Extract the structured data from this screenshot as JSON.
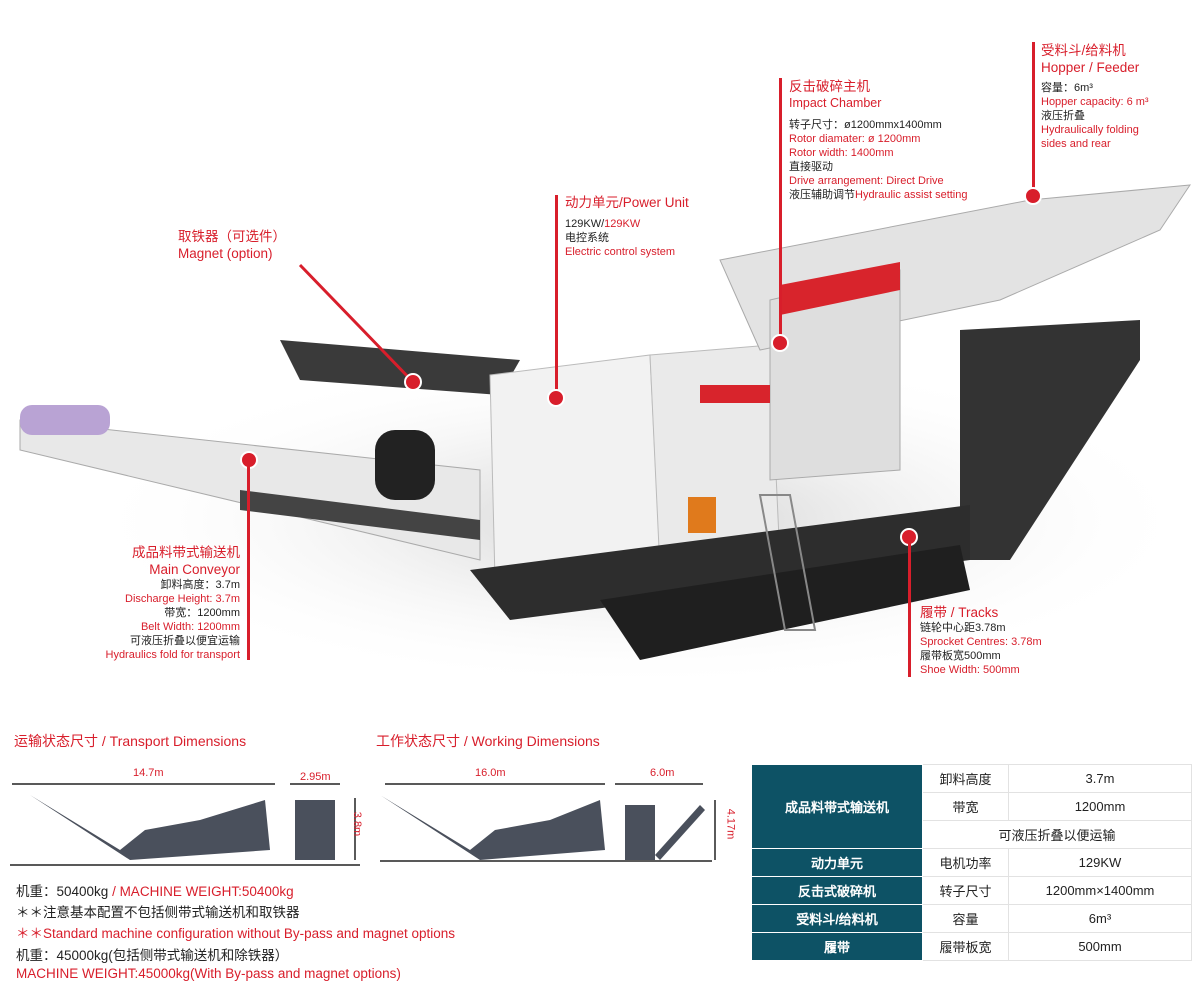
{
  "callouts": {
    "magnet": {
      "cn": "取铁器（可选件）",
      "en": "Magnet (option)"
    },
    "power": {
      "title": "动力单元/Power Unit",
      "power_black": "129KW/",
      "power_red": "129KW",
      "cn": "电控系统",
      "en": "Electric control system"
    },
    "impact": {
      "cn": "反击破碎主机",
      "en": "Impact Chamber",
      "l1": "转子尺寸：ø1200mmx1400mm",
      "l2": "Rotor diamater: ø 1200mm",
      "l3": "Rotor width: 1400mm",
      "l4": "直接驱动",
      "l5": "Drive arrangement: Direct Drive",
      "l6_cn": "液压辅助调节",
      "l6_en": "Hydraulic assist setting"
    },
    "hopper": {
      "cn": "受料斗/给料机",
      "en": "Hopper / Feeder",
      "l1": "容量：6m³",
      "l2": "Hopper capacity: 6 m³",
      "l3": "液压折叠",
      "l4": "Hydraulically folding",
      "l5": "sides and rear"
    },
    "conveyor": {
      "cn": "成品料带式输送机",
      "en": "Main Conveyor",
      "l1": "卸料高度：3.7m",
      "l2": "Discharge Height: 3.7m",
      "l3": "带宽：1200mm",
      "l4": "Belt Width: 1200mm",
      "l5": "可液压折叠以便宜运输",
      "l6": "Hydraulics fold for transport"
    },
    "tracks": {
      "cn": "履带",
      "en": " / Tracks",
      "l1": "链轮中心距3.78m",
      "l2": "Sprocket Centres: 3.78m",
      "l3": "履带板宽500mm",
      "l4": "Shoe Width: 500mm"
    }
  },
  "transport": {
    "title_cn": "运输状态尺寸",
    "title_en": " / Transport Dimensions",
    "length": "14.7m",
    "width": "2.95m",
    "height": "3.8m"
  },
  "working": {
    "title_cn": "工作状态尺寸",
    "title_en": " / Working Dimensions",
    "length": "16.0m",
    "width": "6.0m",
    "height": "4.17m"
  },
  "weights": {
    "w1_cn": "机重：50400kg",
    "w1_en": " / MACHINE WEIGHT:50400kg",
    "w2": "＊＊注意基本配置不包括侧带式输送机和取铁器",
    "w3": "＊＊Standard machine configuration without By-pass and magnet options",
    "w4": "机重：45000kg(包括侧带式输送机和除铁器）",
    "w5": "MACHINE WEIGHT:45000kg(With By-pass and magnet options)"
  },
  "table": {
    "conveyor": "成品料带式输送机",
    "discharge_label": "卸料高度",
    "discharge": "3.7m",
    "belt_label": "带宽",
    "belt": "1200mm",
    "fold": "可液压折叠以便运输",
    "power": "动力单元",
    "motor_label": "电机功率",
    "motor": "129KW",
    "crusher": "反击式破碎机",
    "rotor_label": "转子尺寸",
    "rotor": "1200mm×1400mm",
    "hopper": "受料斗/给料机",
    "cap_label": "容量",
    "cap": "6m³",
    "tracks": "履带",
    "shoe_label": "履带板宽",
    "shoe": "500mm"
  },
  "colors": {
    "accent": "#d81e2b",
    "table_header": "#0d5265"
  }
}
